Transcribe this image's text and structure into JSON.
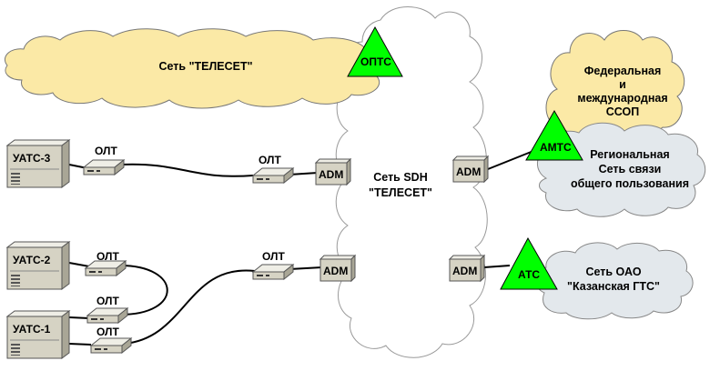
{
  "clouds": {
    "teleset": "Сеть \"ТЕЛЕСЕТ\"",
    "sdh": [
      "Сеть SDH",
      "\"ТЕЛЕСЕТ\""
    ],
    "federal": [
      "Федеральная",
      "и",
      "международная",
      "ССОП"
    ],
    "regional": [
      "Региональная",
      "Сеть связи",
      "общего пользования"
    ],
    "kazan": [
      "Сеть ОАО",
      "\"Казанская ГТС\""
    ]
  },
  "nodes": {
    "opts": "ОПТС",
    "amts": "АМТС",
    "ats": "АТС",
    "uats3": "УАТС-3",
    "uats2": "УАТС-2",
    "uats1": "УАТС-1",
    "adm": "ADM",
    "olt": "ОЛТ"
  },
  "colors": {
    "cloud_yellow": "#fbe9a6",
    "cloud_white": "#ffffff",
    "cloud_gray": "#e3e8ec",
    "triangle_green": "#00ff00",
    "box_face": "#d6d3c4",
    "box_side": "#a9a696"
  }
}
